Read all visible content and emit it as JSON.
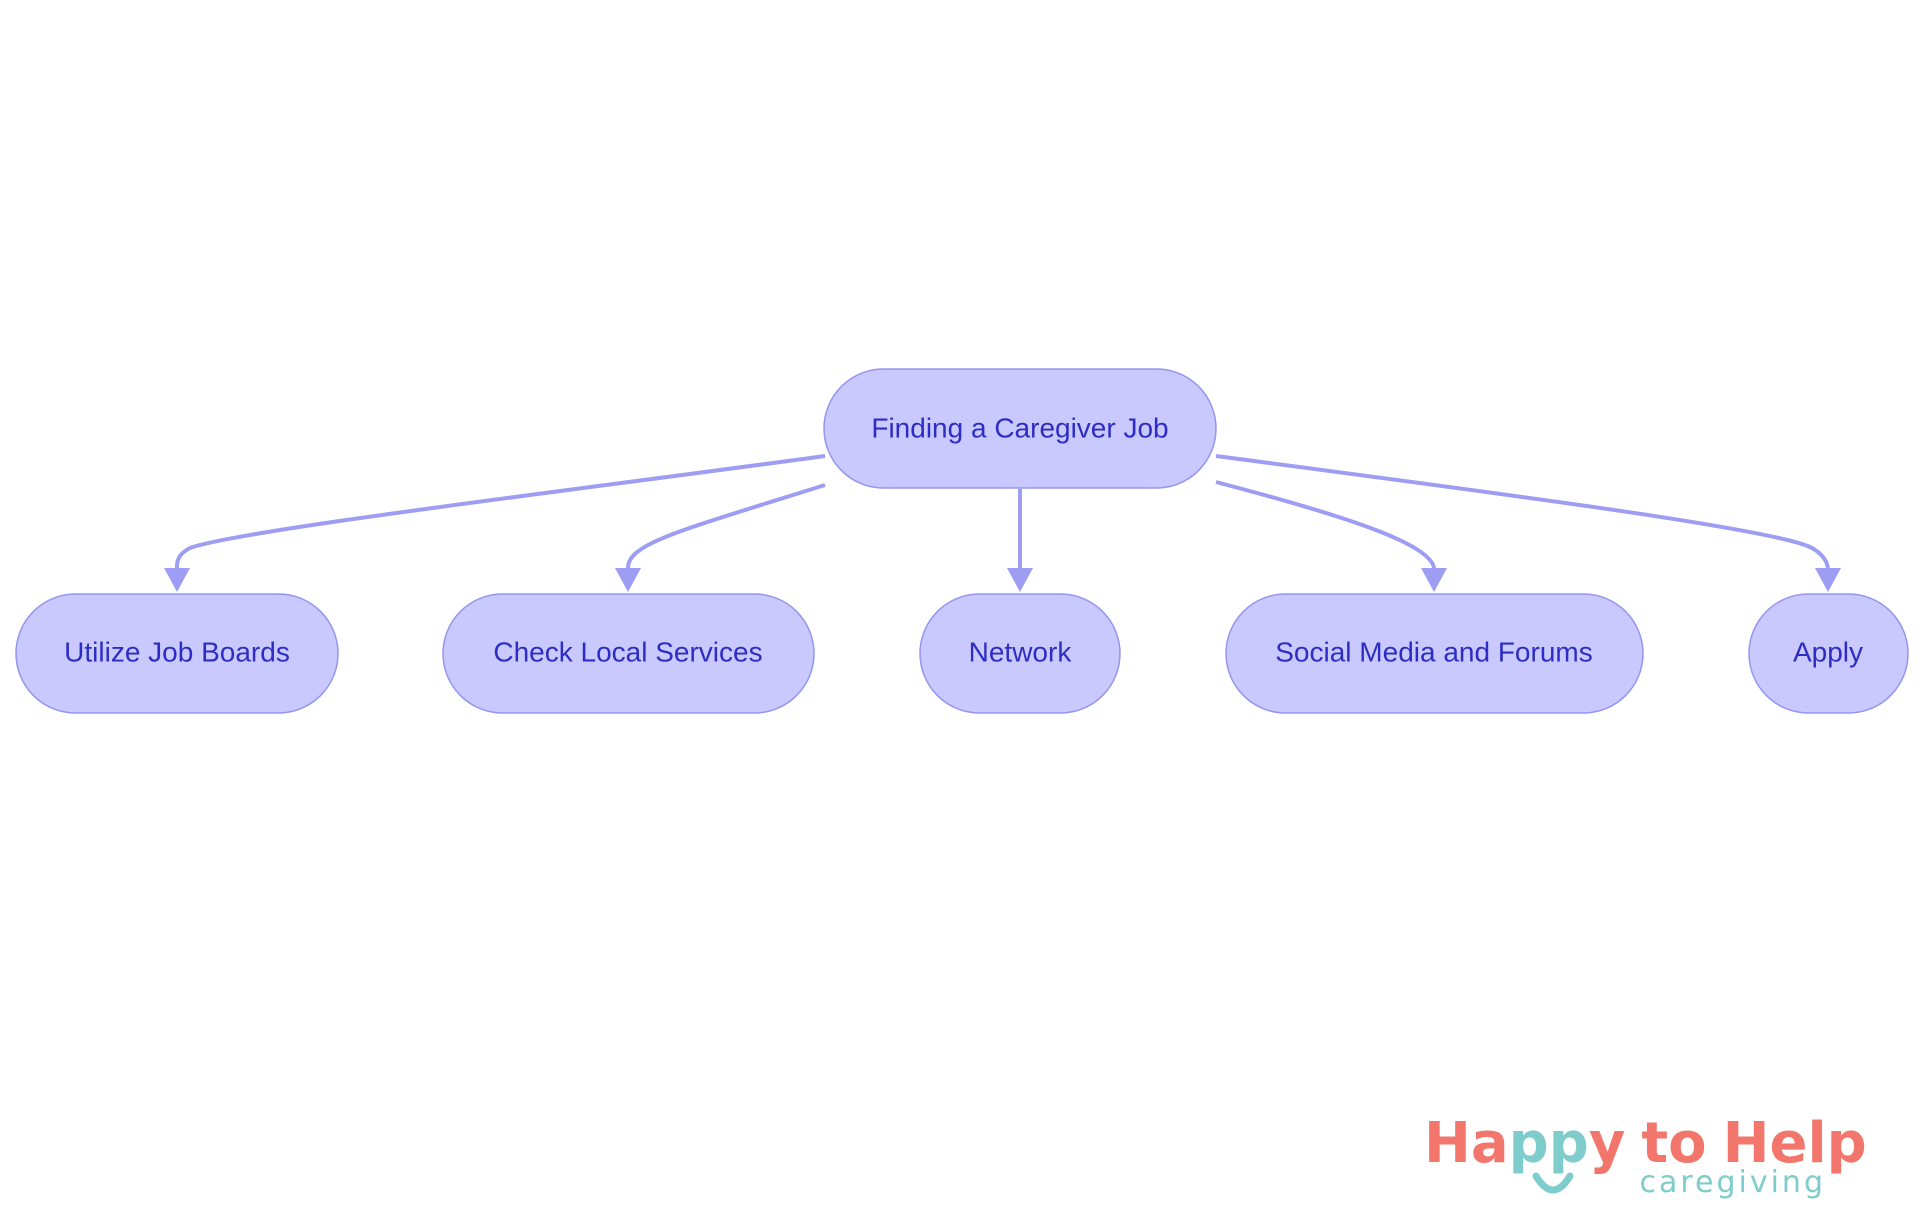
{
  "diagram": {
    "root": {
      "label": "Finding a Caregiver Job"
    },
    "children": [
      {
        "label": "Utilize Job Boards"
      },
      {
        "label": "Check Local Services"
      },
      {
        "label": "Network"
      },
      {
        "label": "Social Media and Forums"
      },
      {
        "label": "Apply"
      }
    ]
  },
  "logo": {
    "word_happy_head": "Ha",
    "word_happy_pp": "pp",
    "word_happy_tail": "y",
    "word_to": "to",
    "word_help": "Help",
    "tagline": "caregiving",
    "colors": {
      "primary": "#f2766b",
      "secondary": "#7ecdcc"
    }
  },
  "colors": {
    "node_fill": "#c9c9ff",
    "node_stroke": "#9595ee",
    "node_text": "#2d2dc4",
    "edge": "#9d9df3"
  }
}
